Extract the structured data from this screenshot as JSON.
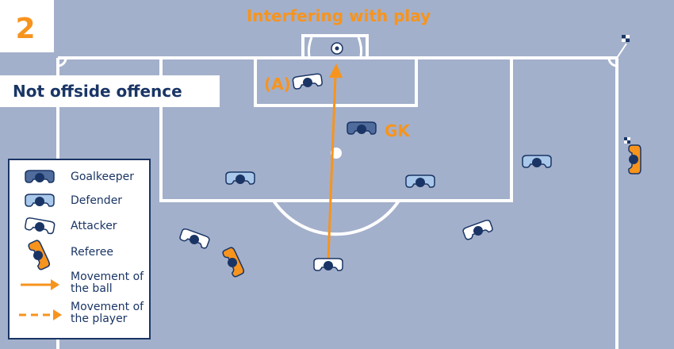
{
  "scenario_number": "2",
  "title": "Interfering with play",
  "subtitle": "Not offside offence",
  "labels": {
    "attacker": "(A)",
    "goalkeeper": "GK"
  },
  "legend": [
    {
      "icon": "goalkeeper-icon",
      "label": "Goalkeeper"
    },
    {
      "icon": "defender-icon",
      "label": "Defender"
    },
    {
      "icon": "attacker-icon",
      "label": "Attacker"
    },
    {
      "icon": "referee-icon",
      "label": "Referee"
    },
    {
      "icon": "solid-arrow-icon",
      "label": "Movement of the ball"
    },
    {
      "icon": "dashed-arrow-icon",
      "label": "Movement of the player"
    }
  ],
  "colors": {
    "pitch": "#a3b0cb",
    "navy": "#1a3565",
    "orange": "#f7941d",
    "goalkeeper": "#4f6c9c",
    "defender": "#a9c8ea",
    "attacker": "#ffffff"
  }
}
